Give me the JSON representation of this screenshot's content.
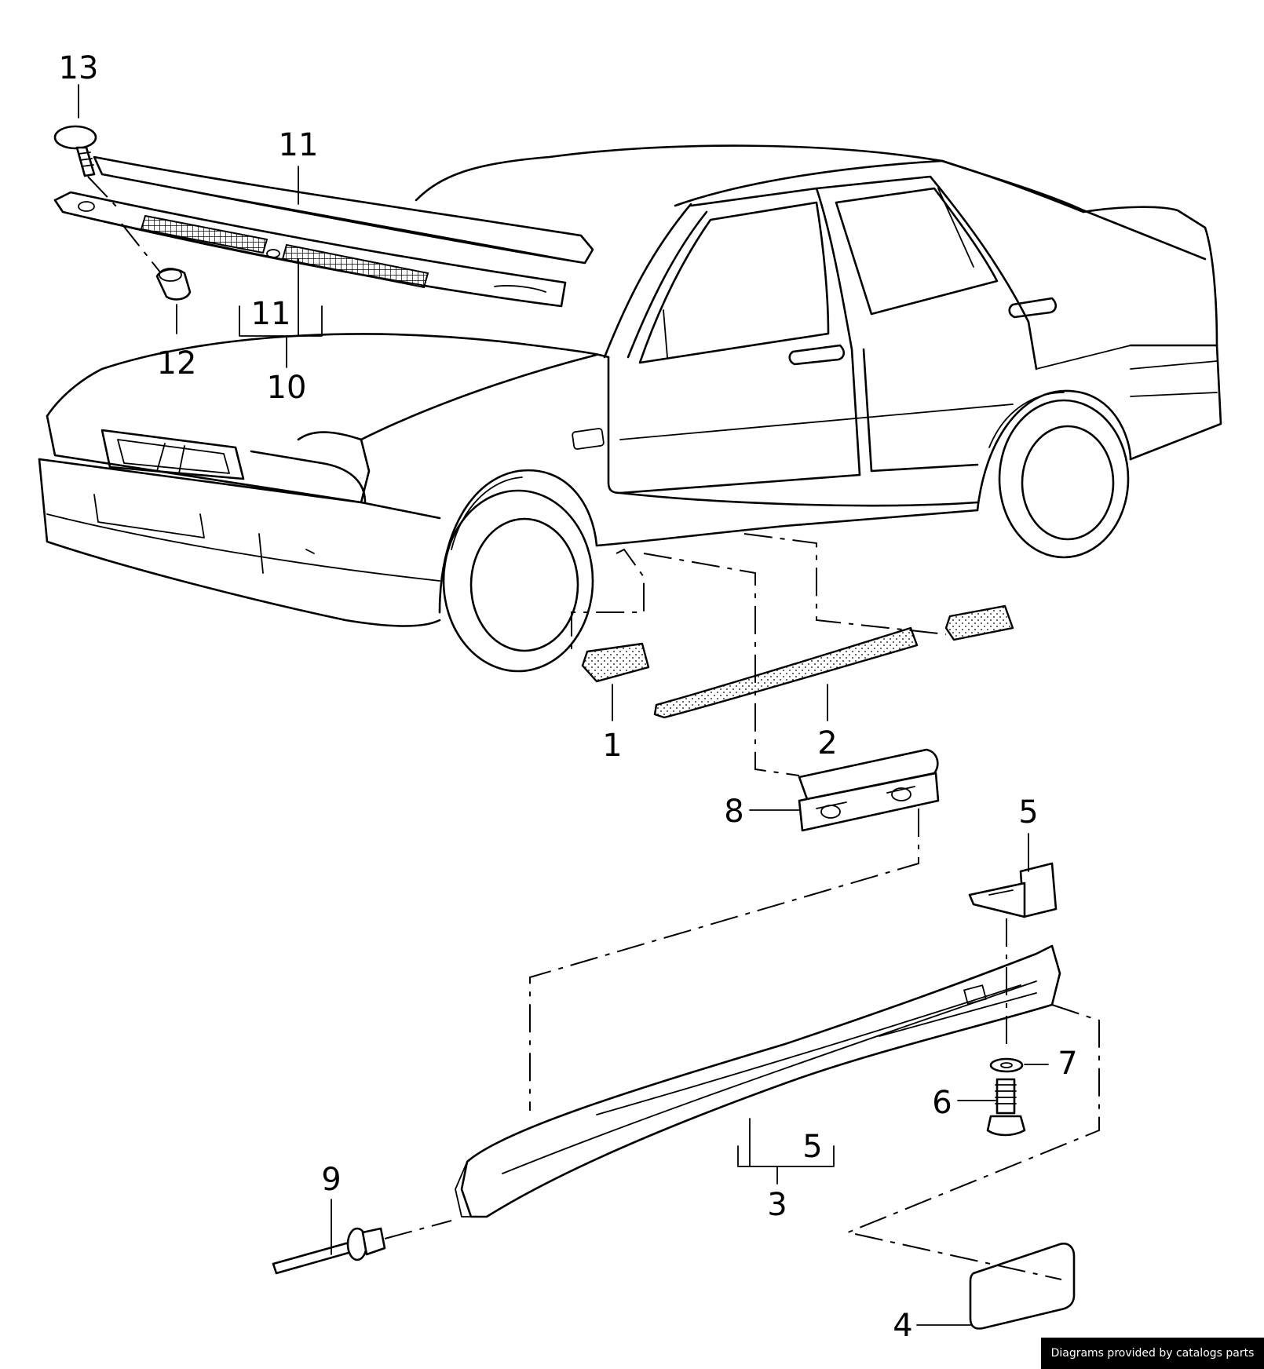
{
  "callouts": {
    "c1": "1",
    "c2": "2",
    "c3": "3",
    "c4": "4",
    "c5a": "5",
    "c5b": "5",
    "c6": "6",
    "c7": "7",
    "c8": "8",
    "c9": "9",
    "c10": "10",
    "c11a": "11",
    "c11b": "11",
    "c12": "12",
    "c13": "13"
  },
  "footer": {
    "credit": "Diagrams provided by catalogs parts"
  }
}
